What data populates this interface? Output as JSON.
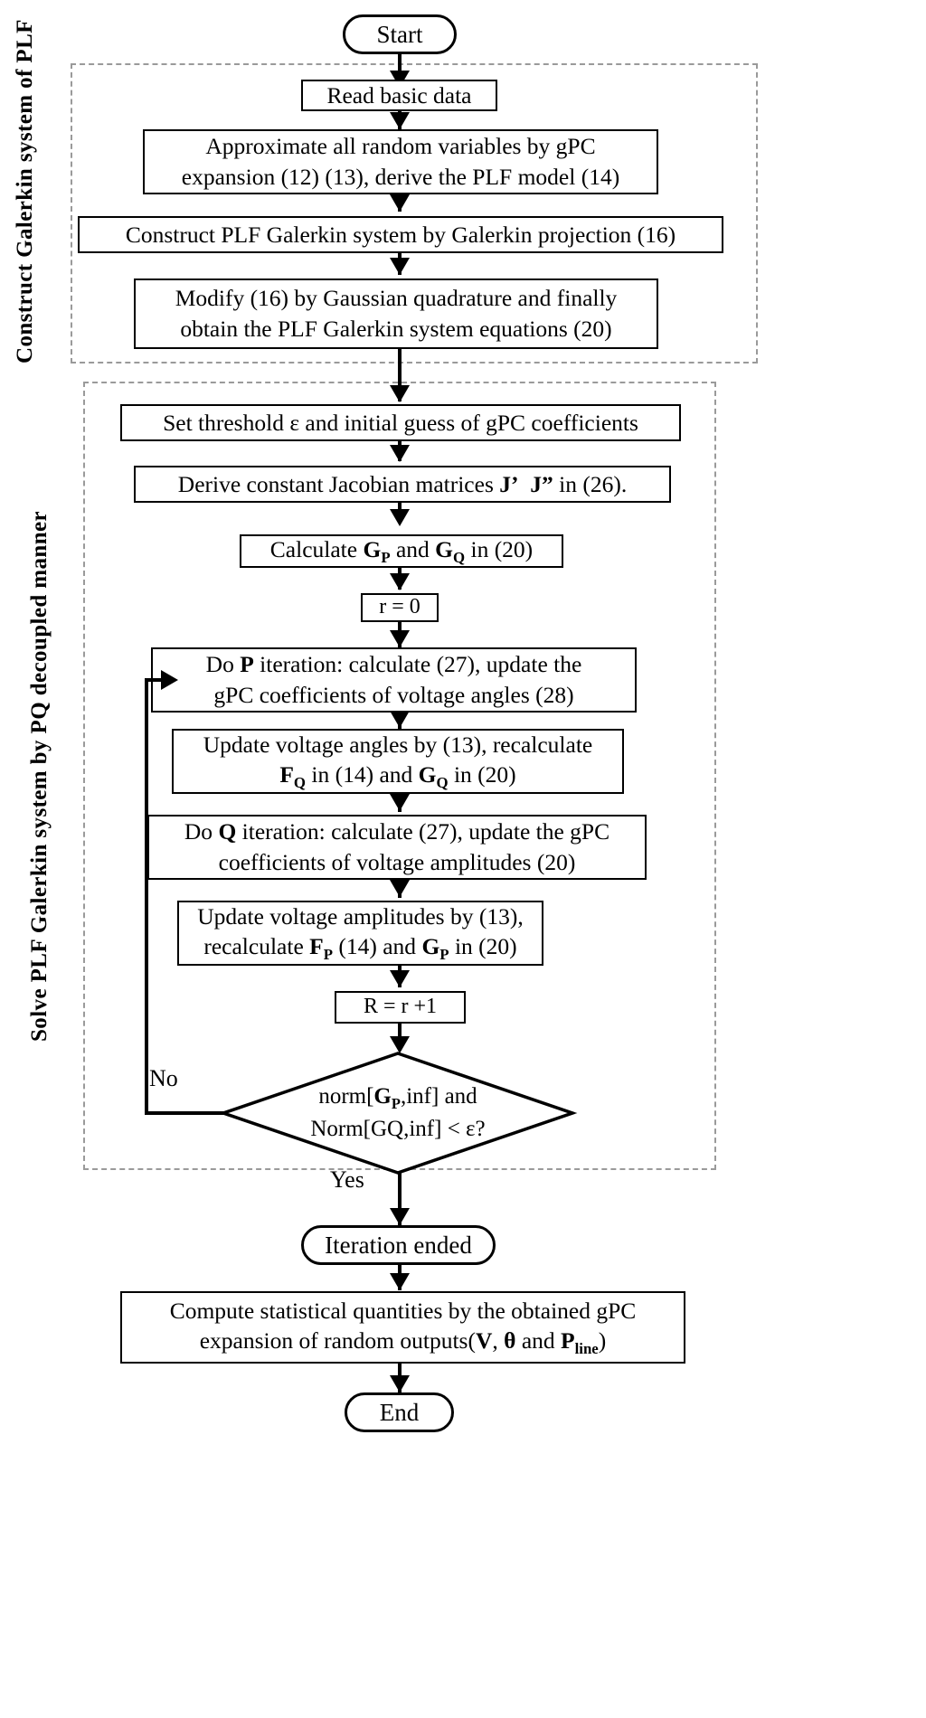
{
  "diagram": {
    "title": "PLF gPC Galerkin method flowchart",
    "type": "flowchart",
    "groups": [
      {
        "id": "group-construct",
        "label": "Construct Galerkin system of PLF"
      },
      {
        "id": "group-solve",
        "label": "Solve PLF Galerkin system by PQ decoupled manner"
      }
    ],
    "nodes": {
      "start": {
        "shape": "terminator",
        "label": "Start"
      },
      "read_basic_data": {
        "shape": "process",
        "label": "Read basic data"
      },
      "approximate": {
        "shape": "process",
        "line1": "Approximate  all random variables by gPC",
        "line2": "expansion (12) (13), derive the PLF model (14)"
      },
      "construct_galerkin": {
        "shape": "process",
        "label": "Construct PLF Galerkin system by Galerkin projection (16)"
      },
      "modify": {
        "shape": "process",
        "line1": "Modify (16) by Gaussian quadrature and finally",
        "line2": "obtain the PLF Galerkin system equations (20)"
      },
      "set_threshold": {
        "shape": "process",
        "label": "Set threshold ε and initial guess of gPC coefficients"
      },
      "derive_jacobian": {
        "shape": "process",
        "prefix": "Derive constant Jacobian matrices ",
        "j1": "J’",
        "j2": "J”",
        "suffix": " in (26)."
      },
      "calculate_g": {
        "shape": "process",
        "prefix": "Calculate ",
        "g1": "G",
        "g1sub": "P",
        "mid": " and ",
        "g2": "G",
        "g2sub": "Q",
        "suffix": " in (20)"
      },
      "r_init": {
        "shape": "process",
        "label": "r = 0"
      },
      "do_p": {
        "shape": "process",
        "line1_pre": "Do ",
        "line1_bold": "P",
        "line1_post": " iteration: calculate (27), update the",
        "line2": "gPC coefficients of voltage angles (28)"
      },
      "update_angles": {
        "shape": "process",
        "line1": "Update voltage angles by (13), recalculate",
        "line2_f": "F",
        "line2_fsub": "Q",
        "line2_mid": " in (14) and ",
        "line2_g": "G",
        "line2_gsub": "Q",
        "line2_end": " in (20)"
      },
      "do_q": {
        "shape": "process",
        "line1_pre": "Do ",
        "line1_bold": "Q",
        "line1_post": " iteration: calculate (27), update the gPC",
        "line2": "coefficients of voltage amplitudes (20)"
      },
      "update_amplitudes": {
        "shape": "process",
        "line1": "Update voltage amplitudes by (13),",
        "line2_pre": "recalculate ",
        "line2_f": "F",
        "line2_fsub": "P",
        "line2_mid": " (14) and ",
        "line2_g": "G",
        "line2_gsub": "P",
        "line2_end": " in (20)"
      },
      "r_increment": {
        "shape": "process",
        "label": "R = r +1"
      },
      "decision": {
        "shape": "decision",
        "line1_pre": "norm[",
        "line1_g": "G",
        "line1_gsub": "P",
        "line1_post": ",inf] and",
        "line2": "Norm[GQ,inf] < ε?"
      },
      "iteration_ended": {
        "shape": "terminator",
        "label": "Iteration ended"
      },
      "compute_stats": {
        "shape": "process",
        "line1": "Compute statistical quantities by the obtained gPC",
        "line2_pre": "expansion of random outputs(",
        "line2_v": "V",
        "line2_comma": ", ",
        "line2_theta": "θ",
        "line2_and": " and ",
        "line2_p": "P",
        "line2_psub": "line",
        "line2_end": ")"
      },
      "end": {
        "shape": "terminator",
        "label": "End"
      }
    },
    "edge_labels": {
      "no": "No",
      "yes": "Yes"
    },
    "colors": {
      "stroke": "#000000",
      "background": "#ffffff",
      "group_border": "#9a9a9a"
    }
  }
}
